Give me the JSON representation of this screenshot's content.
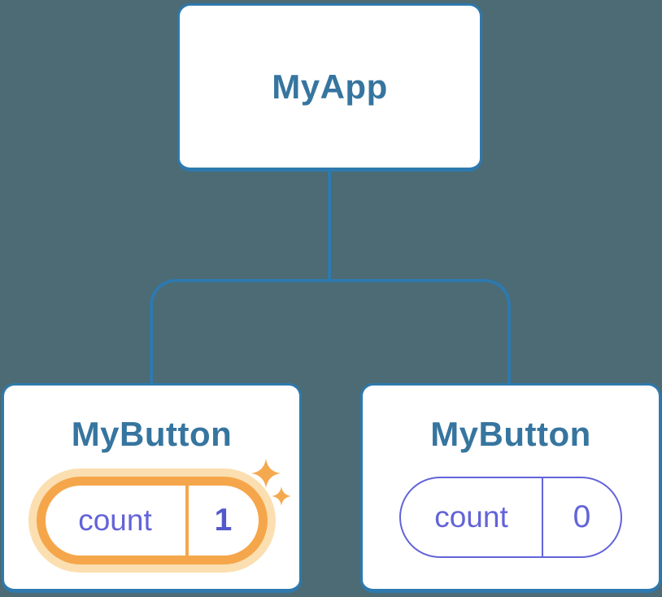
{
  "colors": {
    "canvas_bg": "#4C6B74",
    "connector": "#2E79AE",
    "card_border": "#2E79AE",
    "card_bg": "#FFFFFF",
    "title_text": "#36759F",
    "state_purple": "#6363D9",
    "state_purple_bold": "#5558CC",
    "highlight_orange": "#F5A64B",
    "highlight_glow": "#FBDFB0"
  },
  "tree": {
    "root": {
      "title": "MyApp"
    },
    "children": [
      {
        "title": "MyButton",
        "state_label": "count",
        "state_value": "1",
        "highlighted": true
      },
      {
        "title": "MyButton",
        "state_label": "count",
        "state_value": "0",
        "highlighted": false
      }
    ]
  },
  "icons": {
    "sparkle": "four-point-star"
  }
}
